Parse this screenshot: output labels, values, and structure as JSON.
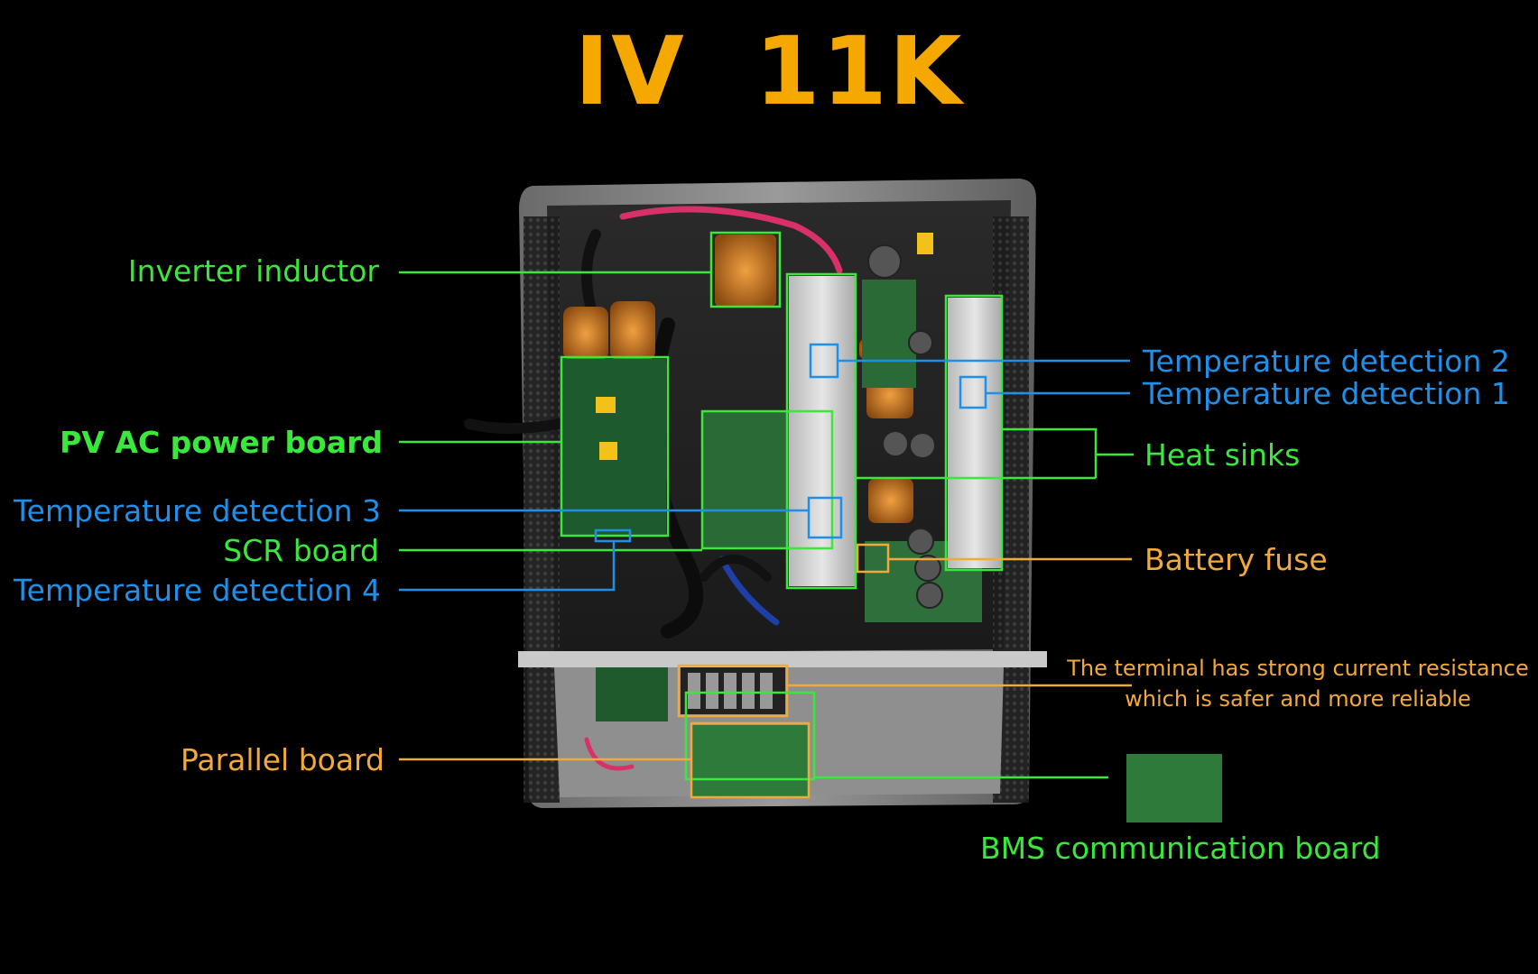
{
  "title": "IV  11K",
  "colors": {
    "background": "#000000",
    "title": "#f5a800",
    "green": "#39e83a",
    "blue": "#1f8fe8",
    "orange": "#f2a93b"
  },
  "labels": {
    "inverter_inductor": "Inverter inductor",
    "pv_ac_power_board": "PV AC power board",
    "temp_detection_3": "Temperature detection 3",
    "scr_board": "SCR board",
    "temp_detection_4": "Temperature detection 4",
    "parallel_board": "Parallel board",
    "temp_detection_2": "Temperature detection 2",
    "temp_detection_1": "Temperature detection 1",
    "heat_sinks": "Heat sinks",
    "battery_fuse": "Battery fuse",
    "terminal_note_line1": "The terminal has strong current resistance",
    "terminal_note_line2": "which is safer and more reliable",
    "bms_communication_board": "BMS communication board"
  }
}
